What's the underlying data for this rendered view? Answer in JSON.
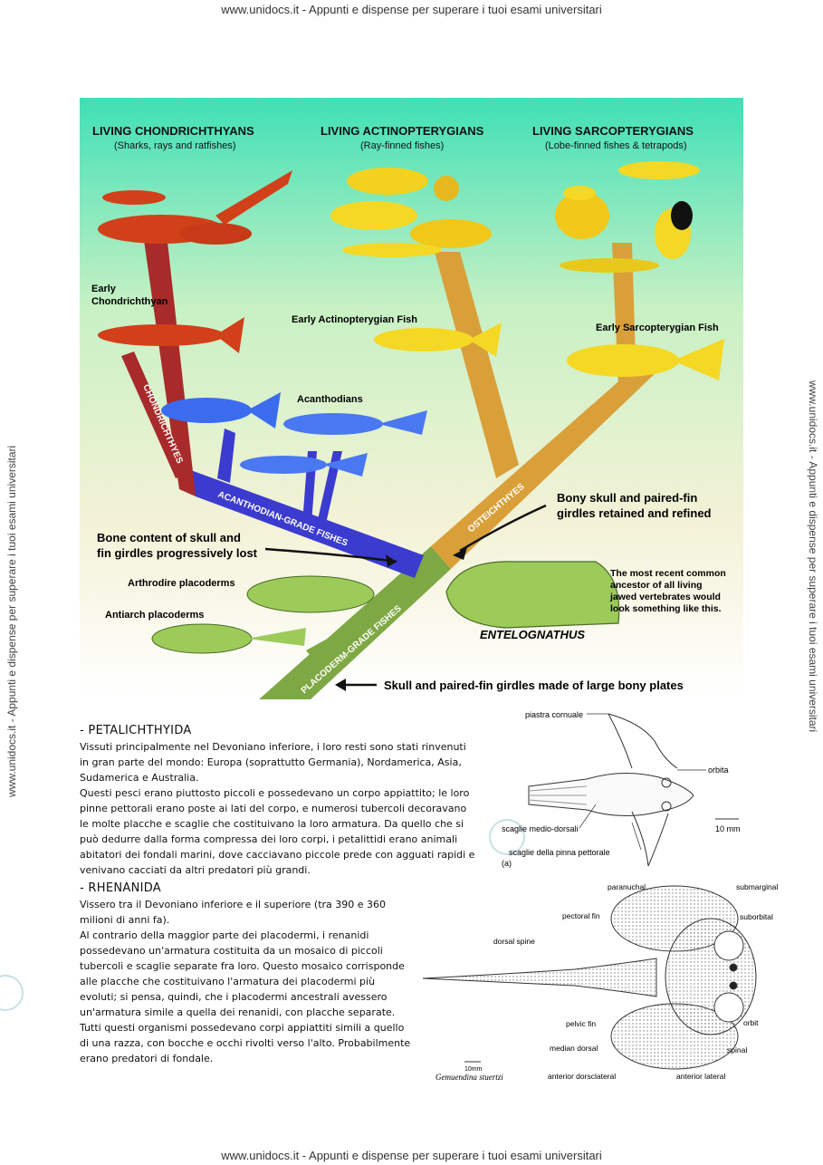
{
  "header": {
    "text": "www.unidocs.it - Appunti e dispense per superare i tuoi esami universitari"
  },
  "footer": {
    "text": "www.unidocs.it - Appunti e dispense per superare i tuoi esami universitari"
  },
  "sidebar": {
    "left": "www.unidocs.it - Appunti e dispense per superare i tuoi esami universitari",
    "right": "www.unidocs.it - Appunti e dispense per superare i tuoi esami universitari"
  },
  "figure": {
    "groups": [
      {
        "title": "LIVING CHONDRICHTHYANS",
        "subtitle": "(Sharks, rays and ratfishes)"
      },
      {
        "title": "LIVING ACTINOPTERYGIANS",
        "subtitle": "(Ray-finned fishes)"
      },
      {
        "title": "LIVING SARCOPTERYGIANS",
        "subtitle": "(Lobe-finned fishes & tetrapods)"
      }
    ],
    "labels": {
      "early_chond_1": "Early",
      "early_chond_2": "Chondrichthyan",
      "early_actino": "Early Actinopterygian Fish",
      "early_sarco": "Early Sarcopterygian Fish",
      "acanthodians": "Acanthodians",
      "branch_chond": "CHONDRICHTHYES",
      "branch_acanth": "ACANTHODIAN-GRADE FISHES",
      "branch_oste": "OSTEICHTHYES",
      "branch_plac": "PLACODERM-GRADE FISHES",
      "bony_1": "Bony skull and paired-fin",
      "bony_2": "girdles retained and refined",
      "bone_1": "Bone content of skull and",
      "bone_2": "fin girdles progressively lost",
      "arthrodire": "Arthrodire placoderms",
      "antiarch": "Antiarch placoderms",
      "ancestor_1": "The most recent common",
      "ancestor_2": "ancestor of all living",
      "ancestor_3": "jawed vertebrates would",
      "ancestor_4": "look something like this.",
      "entelognathus": "ENTELOGNATHUS",
      "skull": "Skull and paired-fin girdles made of large bony plates"
    }
  },
  "section1": {
    "heading": "- PETALICHTHYIDA",
    "paragraphs": [
      "Vissuti principalmente nel Devoniano inferiore, i loro resti sono stati rinvenuti in gran parte del mondo: Europa (soprattutto Germania), Nordamerica, Asia, Sudamerica e Australia.",
      "Questi pesci erano piuttosto piccoli e possedevano un corpo appiattito; le loro pinne pettorali erano poste ai lati del corpo, e numerosi tubercoli decoravano le molte placche e scaglie che costituivano la loro armatura. Da quello che si può dedurre dalla forma compressa dei loro corpi, i petalittidi erano animali abitatori dei fondali marini, dove cacciavano piccole prede con agguati rapidi e venivano cacciati da altri predatori più grandi."
    ]
  },
  "section2": {
    "heading": "- RHENANIDA",
    "paragraphs": [
      "Vissero tra il Devoniano inferiore e il superiore (tra 390 e 360 milioni di anni fa).",
      "Al contrario della maggior parte dei placodermi, i renanidi possedevano un'armatura costituita da un mosaico di piccoli tubercoli e scaglie separate fra loro. Questo mosaico corrisponde alle placche che costituivano l'armatura dei placodermi più evoluti; si pensa, quindi, che i placodermi ancestrali avessero un'armatura simile a quella dei renanidi, con placche separate. Tutti questi organismi possedevano corpi appiattiti simili a quello di una razza, con bocche e occhi rivolti verso l'alto. Probabilmente erano predatori di fondale."
    ]
  },
  "figure2": {
    "labels": {
      "piastra": "piastra cornuale",
      "orbita": "orbita",
      "medio": "scaglie medio-dorsali",
      "pinna": "scaglie della pinna pettorale",
      "scale": "10 mm",
      "panel": "(a)"
    }
  },
  "figure3": {
    "labels": {
      "paranuchal": "paranuchal",
      "submarginal": "submarginal",
      "pectoral": "pectoral fin",
      "suborbital": "suborbital",
      "dorsal": "dorsal spine",
      "pelvic": "pelvic fin",
      "orbit": "orbit",
      "median": "median dorsal",
      "spinal": "spinal",
      "adl": "anterior dorsclateral",
      "al": "anterior lateral",
      "scale": "10mm",
      "species": "Gemuendina stuertzi"
    }
  }
}
